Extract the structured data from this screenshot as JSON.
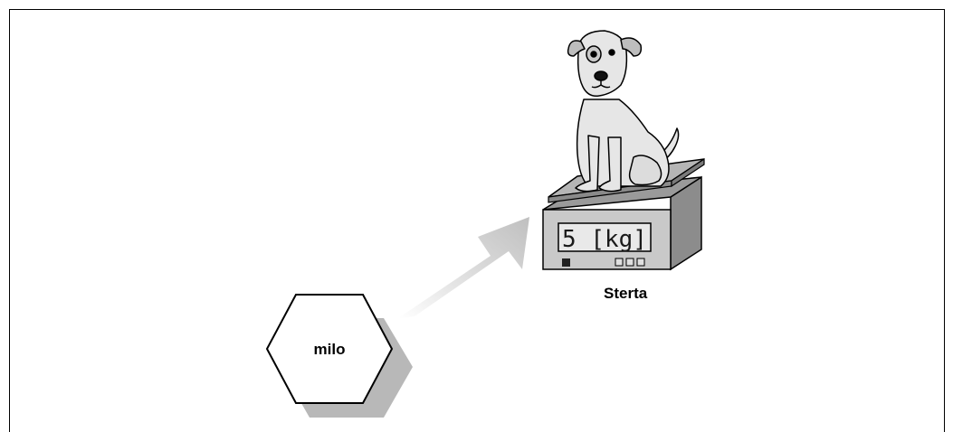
{
  "hexagon": {
    "label": "milo"
  },
  "scale": {
    "display": "5 [kg]",
    "label": "Sterta"
  },
  "colors": {
    "stroke": "#000000",
    "shadow": "#b8b8b8",
    "dog_body": "#e6e6e6",
    "scale_top": "#a9a9a9",
    "scale_side": "#8c8c8c",
    "scale_front": "#c9c9c9",
    "display_bg": "#e9e9e9"
  },
  "icons": {
    "dog": "dog-icon",
    "scale": "scale-icon",
    "arrow": "arrow-icon"
  }
}
